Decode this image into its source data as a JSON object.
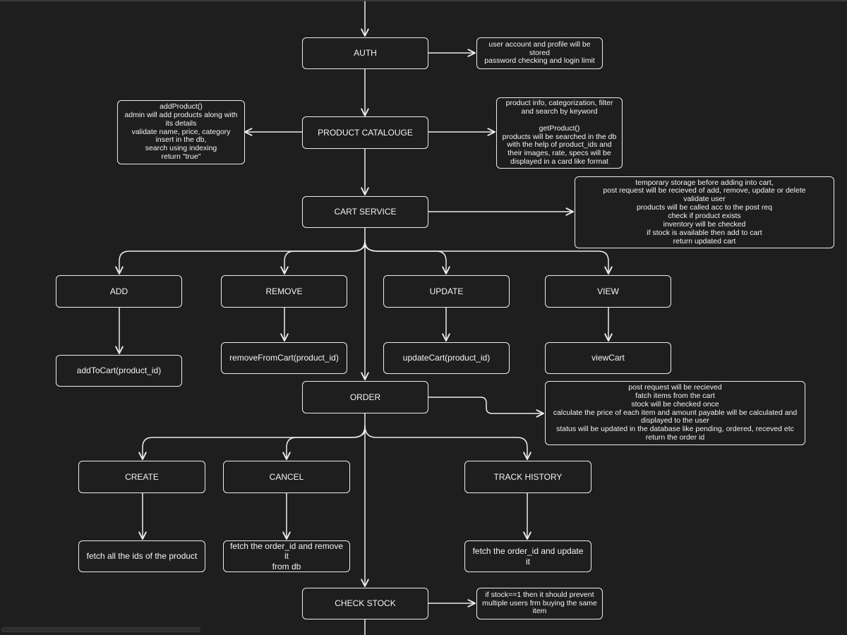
{
  "nodes": {
    "auth": "AUTH",
    "auth_note": "user account and profile will be\nstored\npassword checking and login limit",
    "catalogue": "PRODUCT CATALOUGE",
    "catalogue_left_note": "addProduct()\nadmin will add products along with\nits details\nvalidate name, price, category\ninsert in the db,\nsearch using indexing\nreturn \"true\"",
    "catalogue_right_note": "product info, categorization, filter\nand search by keyword\n\ngetProduct()\nproducts will be searched in the db\nwith the help of product_ids and\ntheir images, rate, specs will be\ndisplayed in a card like format",
    "cart": "CART SERVICE",
    "cart_note": "temporary storage before adding into cart,\npost request will be recieved of add, remove, update or delete\nvalidate user\nproducts will be called acc to the post req\ncheck if product exists\ninventory will be checked\nif stock is available then add to cart\nreturn updated cart",
    "add": "ADD",
    "remove": "REMOVE",
    "update": "UPDATE",
    "view": "VIEW",
    "add_fn": "addToCart(product_id)",
    "remove_fn": "removeFromCart(product_id)",
    "update_fn": "updateCart(product_id)",
    "view_fn": "viewCart",
    "order": "ORDER",
    "order_note": "post request will be recieved\nfatch items from the cart\nstock will be checked once\ncalculate the price of each item and amount payable will be calculated and\ndisplayed to the user\nstatus will be updated in the database like pending, ordered, receved etc\nreturn the order id",
    "create": "CREATE",
    "cancel": "CANCEL",
    "track": "TRACK HISTORY",
    "create_fn": "fetch all the ids of the product",
    "cancel_fn": "fetch the order_id and remove it\nfrom db",
    "track_fn": "fetch the order_id and update it",
    "stock": "CHECK STOCK",
    "stock_note": "if stock==1 then it should prevent\nmultiple users frm buying the same\nitem"
  },
  "colors": {
    "background": "#1e1e1e",
    "stroke": "#ececec",
    "text": "#f4f4f4"
  }
}
